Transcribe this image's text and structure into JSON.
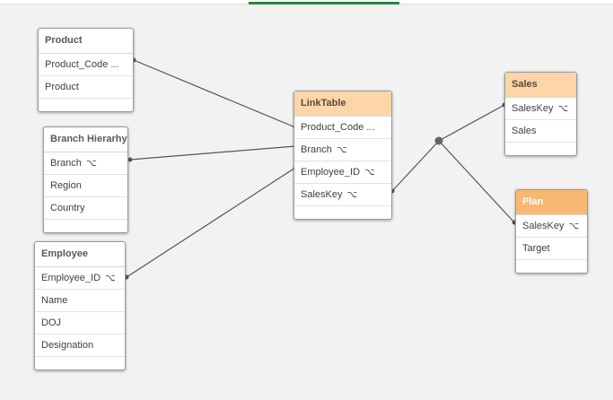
{
  "tables": {
    "product": {
      "title": "Product",
      "fields": [
        "Product_Code ...",
        "Product",
        ""
      ]
    },
    "branch": {
      "title": "Branch Hierarhy",
      "fields": [
        "Branch",
        "Region",
        "Country",
        ""
      ]
    },
    "employee": {
      "title": "Employee",
      "fields": [
        "Employee_ID",
        "Name",
        "DOJ",
        "Designation",
        ""
      ]
    },
    "link": {
      "title": "LinkTable",
      "fields": [
        "Product_Code ...",
        "Branch",
        "Employee_ID",
        "SalesKey",
        ""
      ]
    },
    "sales": {
      "title": "Sales",
      "fields": [
        "SalesKey",
        "Sales",
        ""
      ]
    },
    "plan": {
      "title": "Plan",
      "fields": [
        "SalesKey",
        "Target",
        ""
      ]
    }
  },
  "icons": {
    "key": "key-icon"
  },
  "colors": {
    "tab_indicator": "#1e8a3c",
    "sales_header": "#fcd6a8",
    "plan_header": "#f8b872",
    "link_header": "#fcd6a8"
  }
}
